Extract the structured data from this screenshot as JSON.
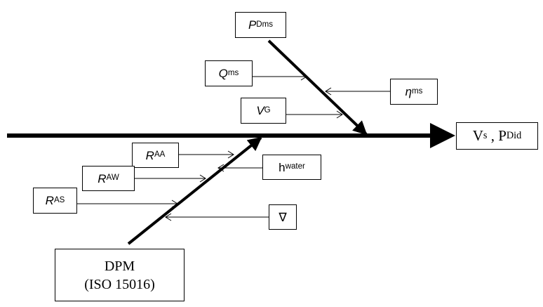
{
  "diagram": {
    "effect": {
      "main_1": "V",
      "sub_1": "s",
      "sep": " , ",
      "main_2": "P",
      "sub_2": "Did"
    },
    "upper_spine_head": {
      "main": "P",
      "sub": "Dms"
    },
    "upper_causes": [
      {
        "main": "Q",
        "sub": "ms"
      },
      {
        "main": "η",
        "sub": "ms"
      },
      {
        "main": "V",
        "sub": "G"
      }
    ],
    "lower_spine_tail": {
      "line_1": "DPM",
      "line_2": "(ISO 15016)"
    },
    "lower_causes": [
      {
        "main": "R",
        "sub": "AA"
      },
      {
        "main": "h",
        "sub": "water"
      },
      {
        "main": "R",
        "sub": "AW"
      },
      {
        "main": "R",
        "sub": "AS"
      },
      {
        "main": "∇",
        "sub": ""
      }
    ],
    "colors": {
      "line": "#000000",
      "background": "#ffffff"
    }
  }
}
